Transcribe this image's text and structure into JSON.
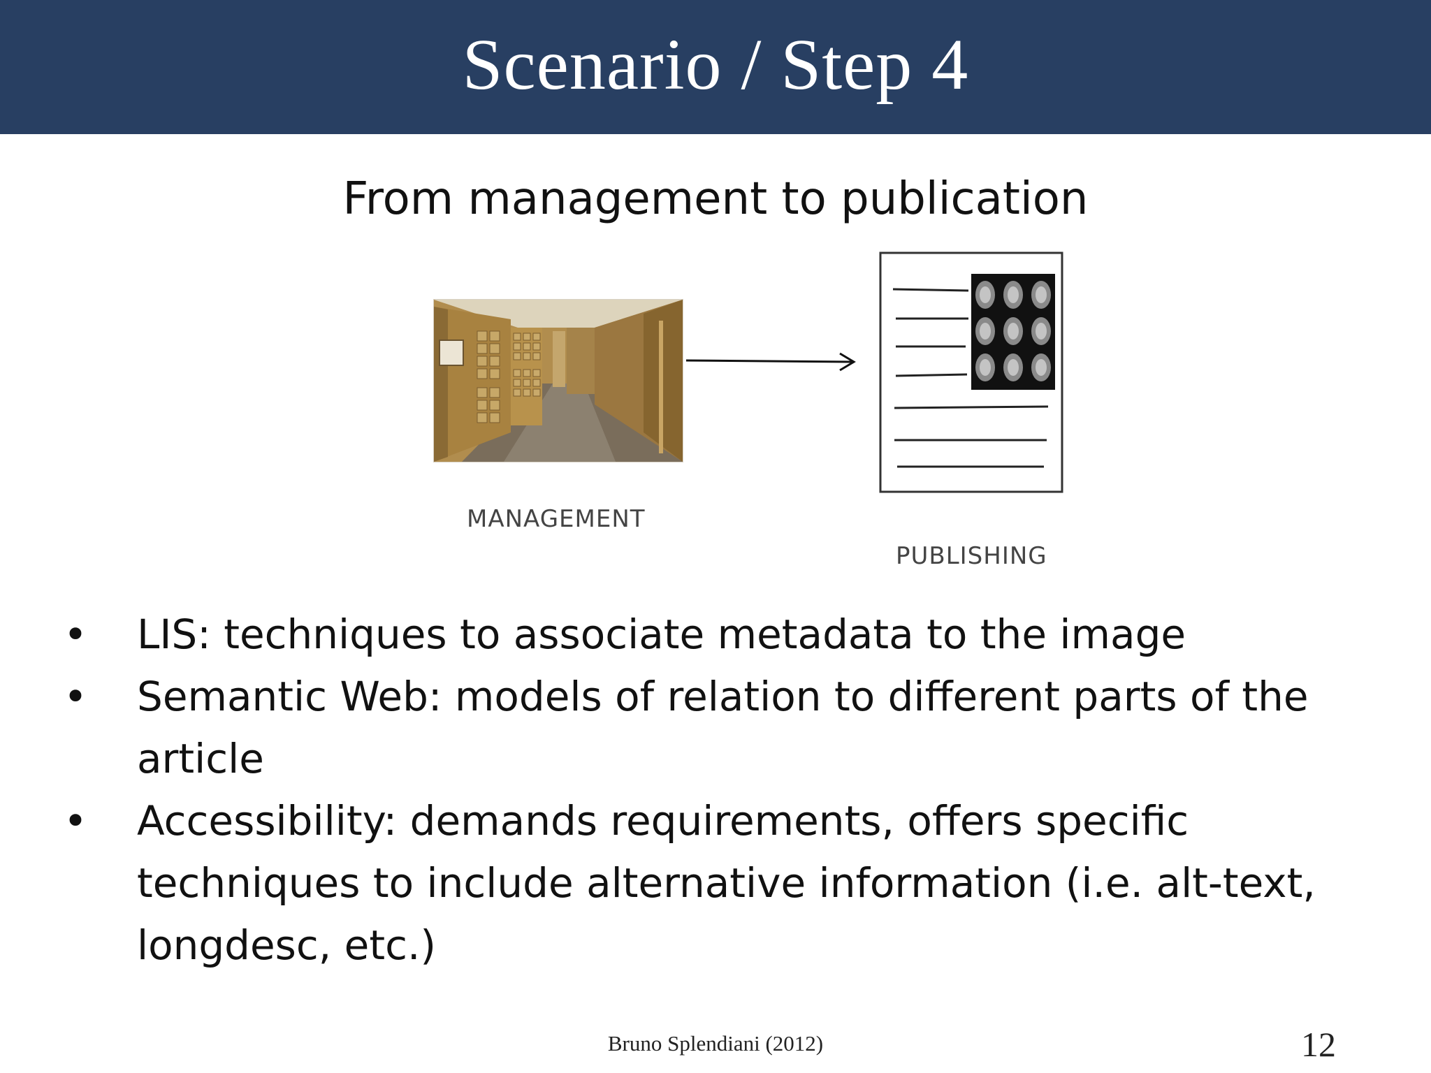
{
  "slide": {
    "title": "Scenario / Step 4",
    "subtitle": "From management to publication"
  },
  "diagram": {
    "management_label": "MANAGEMENT",
    "publishing_label": "PUBLISHING",
    "photo_subject": "archive-card-catalog-cabinets",
    "document_subject": "article-page-with-medical-scans"
  },
  "bullets": [
    "LIS: techniques to associate metadata to the image",
    "Semantic Web: models of relation to different parts of the article",
    "Accessibility: demands requirements, offers specific techniques to include alternative information (i.e. alt-text, longdesc, etc.)"
  ],
  "footer": {
    "author": "Bruno Splendiani (2012)",
    "page_number": "12"
  },
  "colors": {
    "title_bar": "#283f62",
    "title_text": "#ffffff",
    "body_text": "#111111"
  }
}
